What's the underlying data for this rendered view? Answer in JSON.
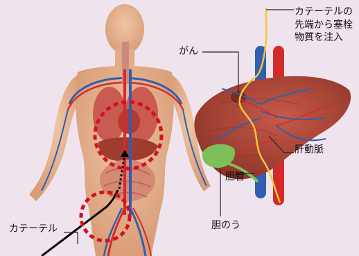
{
  "labels": {
    "catheter_tip": "カテーテルの先端から塞栓物質を注入",
    "cancer": "がん",
    "hepatic_artery": "肝動脈",
    "bile_duct": "胆管",
    "gallbladder": "胆のう",
    "catheter": "カテーテル"
  },
  "colors": {
    "background": "#efe4ee",
    "body": "#e5b18e",
    "liver": "#b04a3c",
    "artery": "#d42a2a",
    "vein": "#2f5fae",
    "gallbladder": "#7dc05a",
    "catheter_line": "#f5c63a",
    "highlight_circle": "#d3121f"
  }
}
